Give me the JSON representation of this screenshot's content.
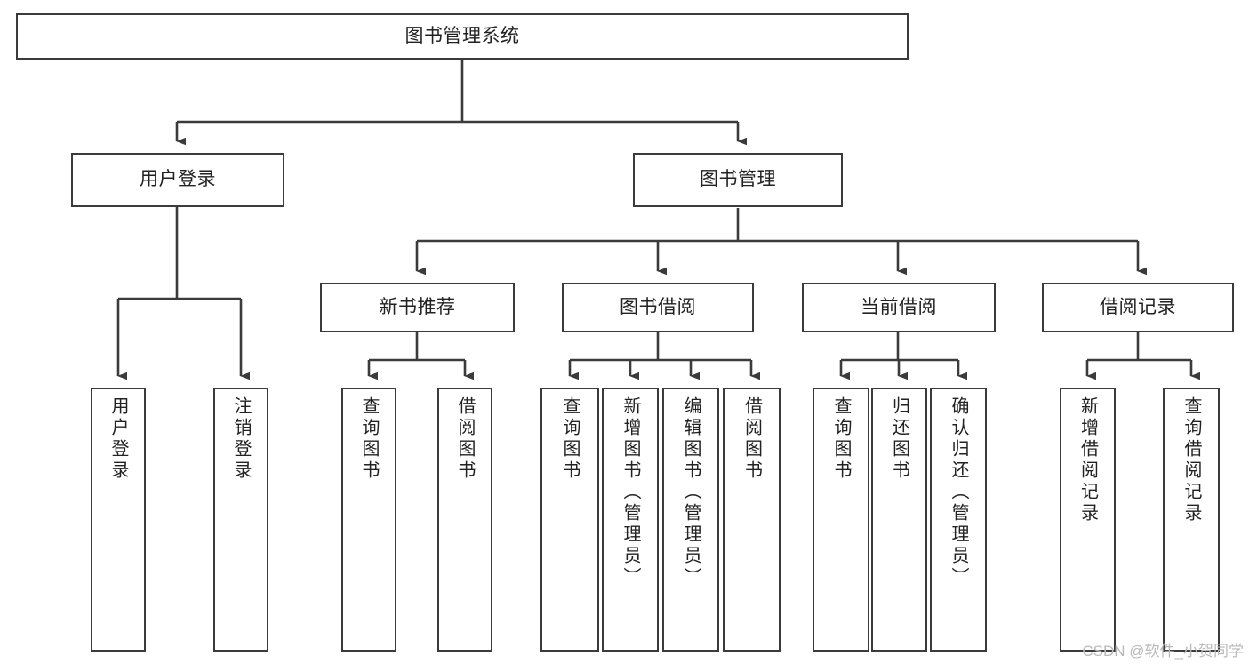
{
  "diagram": {
    "title": "图书管理系统",
    "type": "hierarchy-tree",
    "watermark": "CSDN @软件_小贺同学",
    "colors": {
      "box_border": "#3b3b3b",
      "box_fill": "#ffffff",
      "connector": "#3b3b3b",
      "text": "#222222",
      "watermark": "#b9b9b9",
      "background": "#ffffff"
    },
    "levels": {
      "root": {
        "label": "图书管理系统"
      },
      "level1": [
        {
          "label": "用户登录"
        },
        {
          "label": "图书管理"
        }
      ],
      "level2": [
        {
          "label": "新书推荐"
        },
        {
          "label": "图书借阅"
        },
        {
          "label": "当前借阅"
        },
        {
          "label": "借阅记录"
        }
      ],
      "leaves": {
        "user_login": [
          {
            "label": "用户登录"
          },
          {
            "label": "注销登录"
          }
        ],
        "new_book_recommend": [
          {
            "label": "查询图书"
          },
          {
            "label": "借阅图书"
          }
        ],
        "book_borrow": [
          {
            "label": "查询图书"
          },
          {
            "label": "新增图书（管理员）"
          },
          {
            "label": "编辑图书（管理员）"
          },
          {
            "label": "借阅图书"
          }
        ],
        "current_borrow": [
          {
            "label": "查询图书"
          },
          {
            "label": "归还图书"
          },
          {
            "label": "确认归还（管理员）"
          }
        ],
        "borrow_record": [
          {
            "label": "新增借阅记录"
          },
          {
            "label": "查询借阅记录"
          }
        ]
      }
    }
  }
}
